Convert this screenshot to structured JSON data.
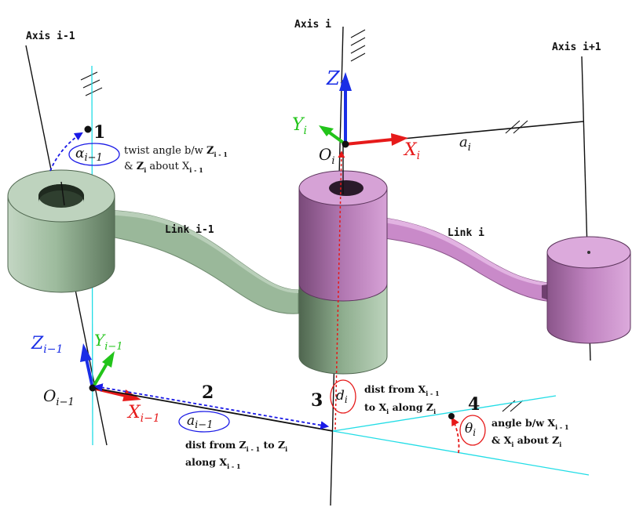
{
  "axes": {
    "prev": "Axis i-1",
    "curr": "Axis i",
    "next": "Axis i+1"
  },
  "links": {
    "prev": "Link i-1",
    "curr": "Link i"
  },
  "frames": {
    "prev": {
      "z": "Z",
      "y": "Y",
      "x": "X",
      "o": "O",
      "sub": "i−1"
    },
    "curr": {
      "z": "Z",
      "y": "Y",
      "x": "X",
      "o": "O",
      "sub": "i"
    }
  },
  "params": {
    "alpha": {
      "sym": "α",
      "sub": "i−1"
    },
    "a_prev": {
      "sym": "a",
      "sub": "i−1"
    },
    "a_curr": {
      "sym": "a",
      "sub": "i"
    },
    "d": {
      "sym": "d",
      "sub": "i"
    },
    "theta": {
      "sym": "θ",
      "sub": "i"
    }
  },
  "steps": {
    "s1": "1",
    "s2": "2",
    "s3": "3",
    "s4": "4"
  },
  "notes": {
    "twist": {
      "l1a": "twist angle b/w ",
      "l1Z": "Z",
      "l1sub": "i - 1",
      "l2a": "& ",
      "l2Z": "Z",
      "l2sub": "i",
      "l2b": " about X",
      "l2sub2": "i - 1"
    },
    "dist_a": {
      "l1a": "dist from Z",
      "l1sub": "i - 1",
      "l1b": " to Z",
      "l1sub2": "i",
      "l2a": "along X",
      "l2sub": "i - 1"
    },
    "dist_d": {
      "l1a": "dist from X",
      "l1sub": "i - 1",
      "l2a": "to X",
      "l2sub": "i",
      "l2b": " along Z",
      "l2sub2": "i"
    },
    "angle": {
      "l1a": "angle b/w X",
      "l1sub": "i - 1",
      "l2a": "& X",
      "l2sub": "i",
      "l2b": " about Z",
      "l2sub2": "i"
    }
  },
  "colors": {
    "z_axis": "#1a2ee6",
    "y_axis": "#22c41a",
    "x_axis": "#e61a1a",
    "helper_line": "#22dde6",
    "dash_blue": "#1a1ae6",
    "dash_red": "#e61a1a",
    "link_green": "#9ab89a",
    "link_purple": "#c98ac9"
  }
}
